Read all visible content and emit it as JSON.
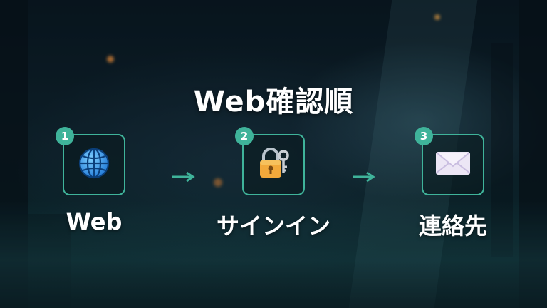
{
  "title": "Web確認順",
  "colors": {
    "accent": "#3fb39a",
    "text": "#ffffff"
  },
  "background_terminal": [
    "",
    "",
    "",
    ""
  ],
  "steps": [
    {
      "number": "1",
      "label": "Web",
      "icon": "globe-icon"
    },
    {
      "number": "2",
      "label": "サインイン",
      "icon": "lock-key-icon"
    },
    {
      "number": "3",
      "label": "連絡先",
      "icon": "envelope-icon"
    }
  ],
  "arrows": [
    "arrow-right-icon",
    "arrow-right-icon"
  ]
}
